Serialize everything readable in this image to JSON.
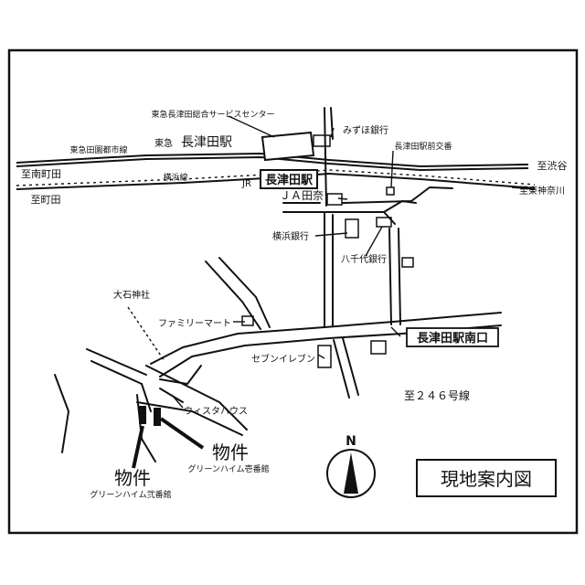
{
  "map": {
    "title": "現地案内図",
    "compass_letter": "N",
    "lines": {
      "tokyu_label": "東急田園都市線",
      "jr_label": "JR",
      "yokohama_line": "横浜線"
    },
    "stations": {
      "tokyu_station_prefix": "東急",
      "tokyu_station_name": "長津田駅",
      "jr_station_name": "長津田駅",
      "service_center": "東急長津田総合サービスセンター"
    },
    "directions": {
      "minami_machida": "至南町田",
      "machida": "至町田",
      "shibuya": "至渋谷",
      "higashi_kanagawa": "至東神奈川",
      "route246": "至２４６号線"
    },
    "landmarks": {
      "mizuho": "みずほ銀行",
      "police_box": "長津田駅前交番",
      "ja": "ＪＡ田奈",
      "yokohama_bank": "横浜銀行",
      "hachijuni_bank": "八千代銀行",
      "oishi_shrine": "大石神社",
      "familymart": "ファミリーマート",
      "seven_eleven": "セブンイレブン",
      "vista_house": "ウィスタハウス",
      "south_exit": "長津田駅南口"
    },
    "properties": {
      "p1_label": "物件",
      "p1_name": "グリーンハイム壱番館",
      "p2_label": "物件",
      "p2_name": "グリーンハイム弐番館"
    }
  }
}
